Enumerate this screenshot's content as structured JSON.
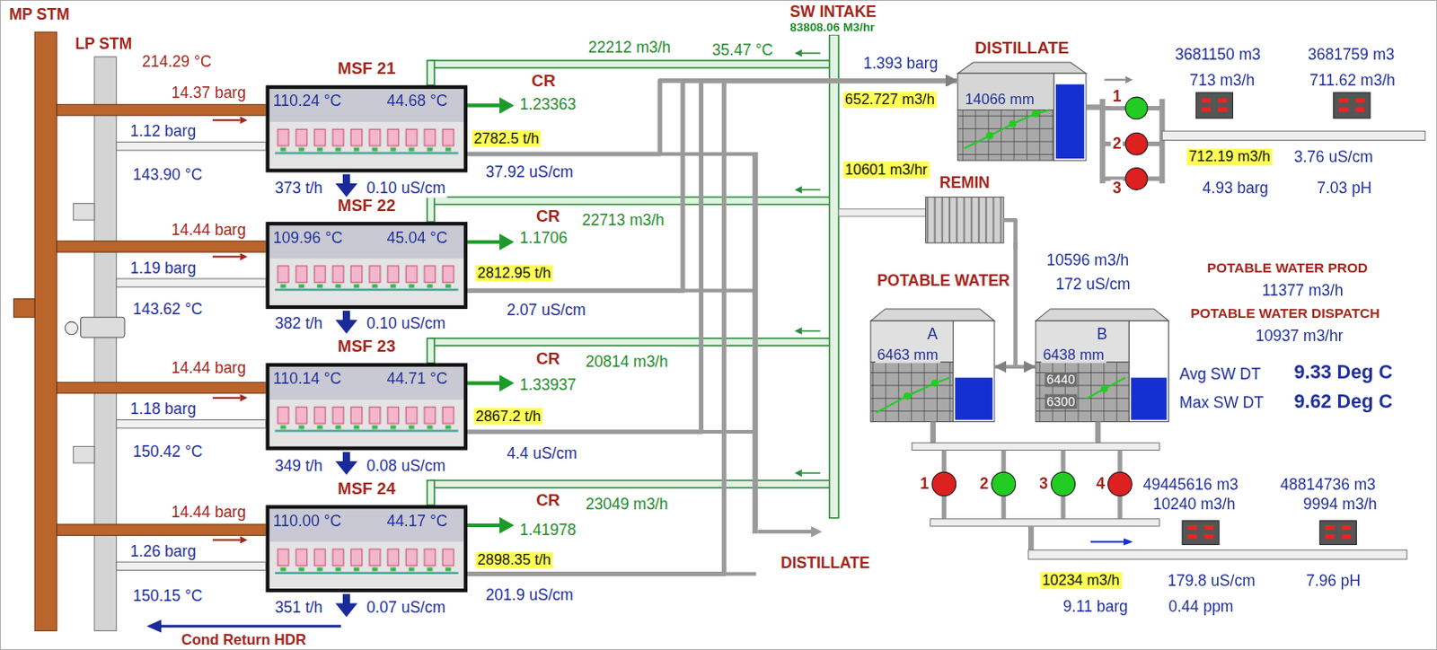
{
  "diagram": {
    "nodes": [
      {
        "text": [
          "MSF 21",
          "110.24 °C",
          "44.68 °C"
        ]
      },
      {
        "text": [
          "MSF 22",
          "109.96 °C",
          "45.04 °C"
        ]
      },
      {
        "text": [
          "MSF 23",
          "110.14 °C",
          "44.71 °C"
        ]
      },
      {
        "text": [
          "MSF 24",
          "110.00 °C",
          "44.17 °C"
        ]
      },
      {
        "text": [
          "DISTILLATE",
          "14066 mm"
        ]
      },
      {
        "text": [
          "REMIN"
        ]
      },
      {
        "text": [
          "A",
          "6463 mm"
        ]
      },
      {
        "text": [
          "B",
          "6438 mm",
          "6440",
          "6300"
        ]
      }
    ],
    "edges": [
      {
        "from": 0,
        "to": 4,
        "arrow": "to"
      },
      {
        "from": 1,
        "to": 4,
        "arrow": "to"
      },
      {
        "from": 2,
        "to": 4,
        "arrow": "to"
      },
      {
        "from": 3,
        "to": 4,
        "arrow": "to"
      },
      {
        "from": 5,
        "to": 6,
        "arrow": "to"
      },
      {
        "from": 5,
        "to": 7,
        "arrow": "to"
      }
    ],
    "labels": [
      "MP STM",
      "LP STM",
      "214.29 °C",
      "14.37 barg",
      "1.12 barg",
      "143.90 °C",
      "373 t/h",
      "0.10 uS/cm",
      "CR",
      "1.23363",
      "2782.5 t/h",
      "37.92 uS/cm",
      "22212 m3/h",
      "35.47 °C",
      "14.44 barg",
      "1.19 barg",
      "143.62 °C",
      "382 t/h",
      "0.10 uS/cm",
      "CR",
      "1.1706",
      "2812.95 t/h",
      "2.07 uS/cm",
      "22713 m3/h",
      "14.44 barg",
      "1.18 barg",
      "150.42 °C",
      "349 t/h",
      "0.08 uS/cm",
      "CR",
      "1.33937",
      "2867.2 t/h",
      "4.4 uS/cm",
      "20814 m3/h",
      "14.44 barg",
      "1.26 barg",
      "150.15 °C",
      "351 t/h",
      "0.07 uS/cm",
      "CR",
      "1.41978",
      "2898.35 t/h",
      "201.9 uS/cm",
      "23049 m3/h",
      "Cond Return HDR",
      "SW INTAKE",
      "83808.06 M3/hr",
      "1.393 barg",
      "652.727 m3/h",
      "10601 m3/hr",
      "DISTILLATE",
      "1",
      "2",
      "3",
      "3681150 m3",
      "713 m3/h",
      "3681759 m3",
      "711.62 m3/h",
      "712.19 m3/h",
      "3.76 uS/cm",
      "4.93 barg",
      "7.03 pH",
      "POTABLE WATER",
      "10596 m3/h",
      "172 uS/cm",
      "POTABLE WATER PROD",
      "11377 m3/h",
      "POTABLE WATER DISPATCH",
      "10937 m3/hr",
      "Avg SW DT",
      "9.33 Deg C",
      "Max SW DT",
      "9.62 Deg C",
      "1",
      "2",
      "3",
      "4",
      "49445616 m3",
      "10240 m3/h",
      "48814736 m3",
      "9994 m3/h",
      "10234 m3/h",
      "179.8 uS/cm",
      "7.96 pH",
      "9.11 barg",
      "0.44 ppm"
    ]
  }
}
